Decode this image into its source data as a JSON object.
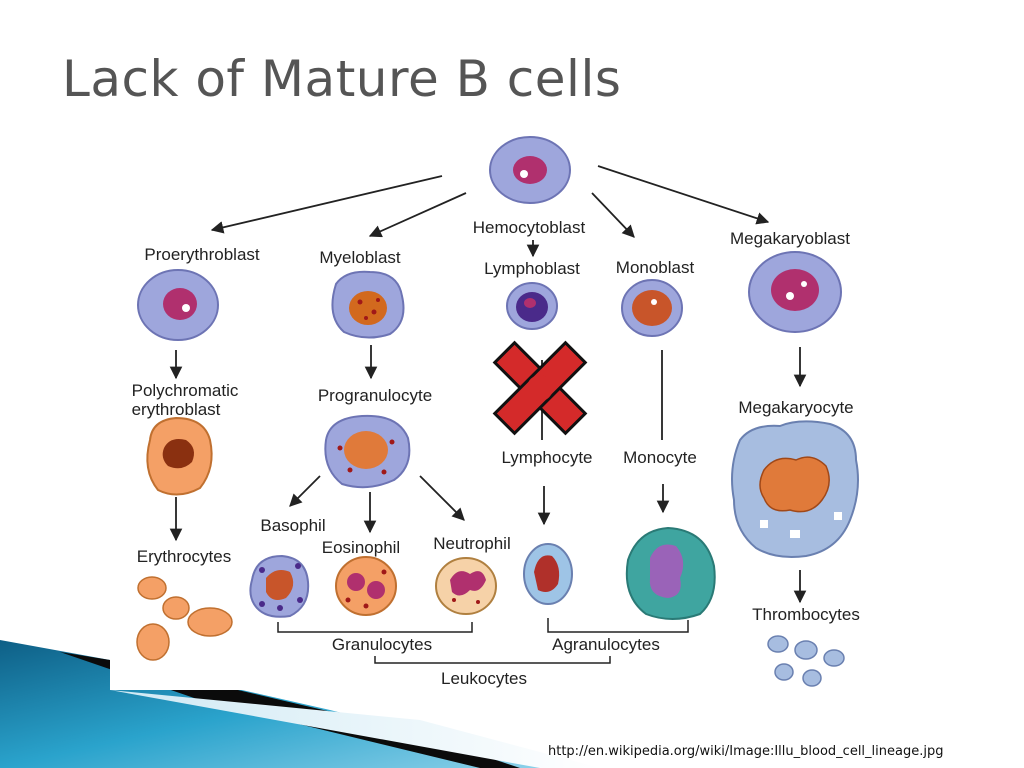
{
  "slide": {
    "title": "Lack of Mature B cells",
    "source_url": "http://en.wikipedia.org/wiki/Image:Illu_blood_cell_lineage.jpg"
  },
  "diagram": {
    "stem": "Hemocytoblast",
    "proerythroblast": "Proerythroblast",
    "myeloblast": "Myeloblast",
    "lymphoblast": "Lymphoblast",
    "monoblast": "Monoblast",
    "megakaryoblast": "Megakaryoblast",
    "polychromatic_line1": "Polychromatic",
    "polychromatic_line2": "erythroblast",
    "progranulocyte": "Progranulocyte",
    "lymphocyte": "Lymphocyte",
    "monocyte": "Monocyte",
    "megakaryocyte": "Megakaryocyte",
    "erythrocytes": "Erythrocytes",
    "basophil": "Basophil",
    "eosinophil": "Eosinophil",
    "neutrophil": "Neutrophil",
    "thrombocytes": "Thrombocytes",
    "granulocytes": "Granulocytes",
    "agranulocytes": "Agranulocytes",
    "leukocytes": "Leukocytes"
  },
  "colors": {
    "cytoplasm": "#9ea6dc",
    "nucleus": "#b0306e",
    "erythro_orange": "#f4a066",
    "mega_blue": "#a7bde0",
    "monocyte_teal": "#3fa5a0",
    "cross_red": "#d42a2a",
    "banner_blue": "#1b86ad"
  }
}
